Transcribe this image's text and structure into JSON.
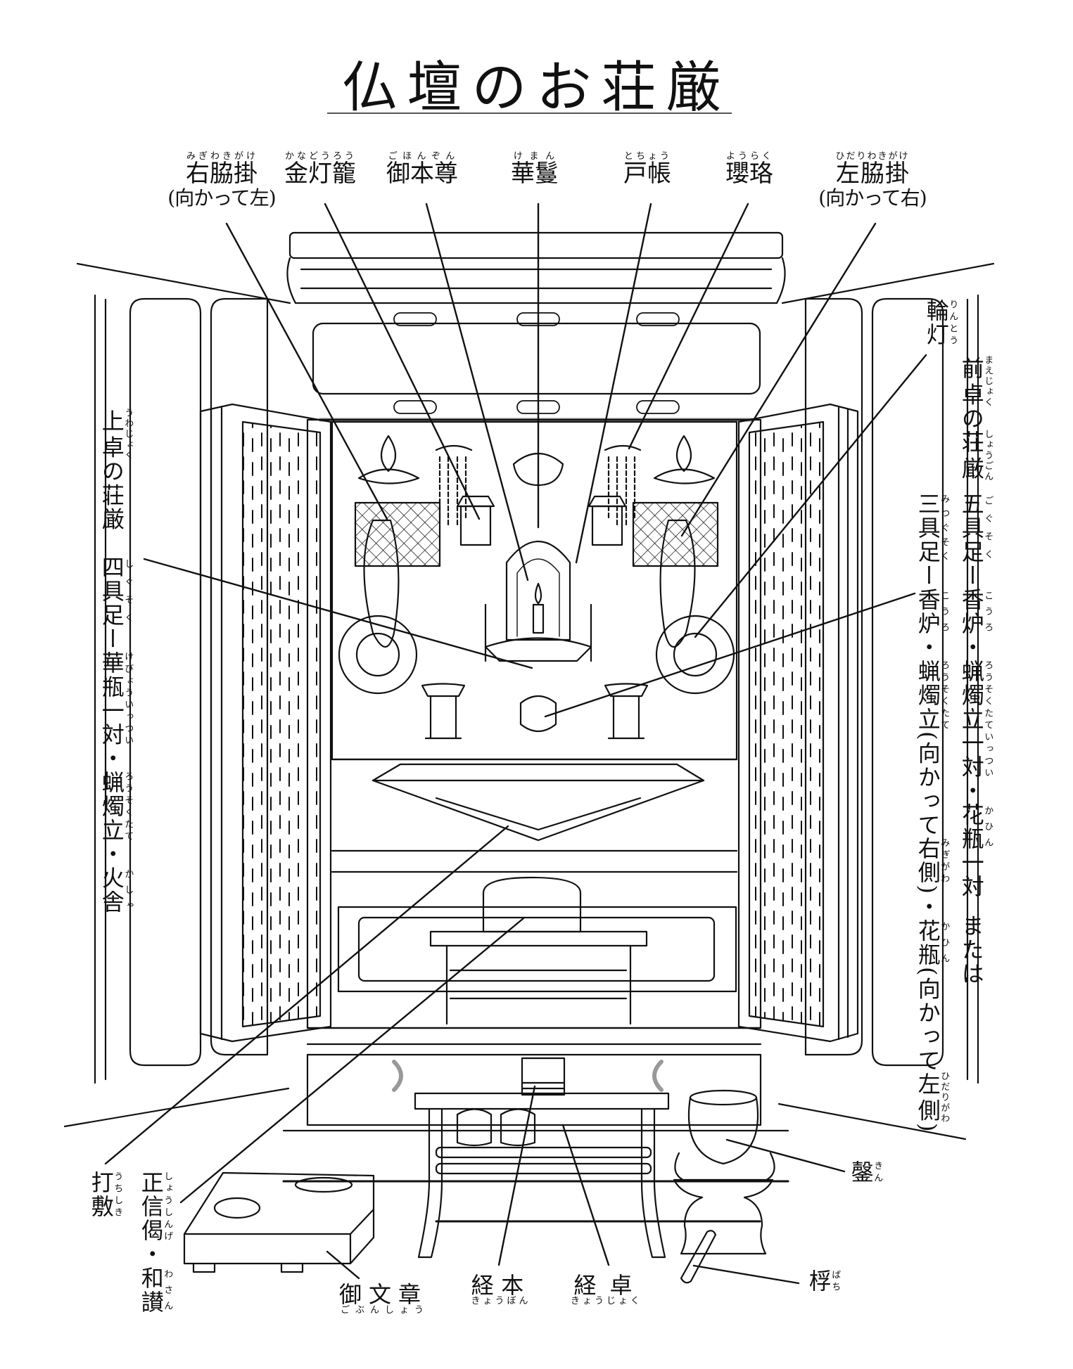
{
  "title": "仏壇のお荘厳",
  "labels": {
    "top": [
      {
        "t": "右脇掛",
        "r": "みぎわきがけ",
        "note": "(向かって左)"
      },
      {
        "t": "金灯籠",
        "r": "かなどうろう"
      },
      {
        "t": "御本尊",
        "r": "ごほんぞん"
      },
      {
        "t": "華鬘",
        "r": "けまん"
      },
      {
        "t": "戸帳",
        "r": "とちょう"
      },
      {
        "t": "瓔珞",
        "r": "ようらく"
      },
      {
        "t": "左脇掛",
        "r": "ひだりわきがけ",
        "note": "(向かって右)"
      }
    ],
    "uwajoku": [
      {
        "t": "上卓",
        "r": "うわじょく"
      },
      {
        "t": "の"
      },
      {
        "t": "荘厳"
      }
    ],
    "shigusoku": [
      {
        "t": "四具足",
        "r": "しぐそく"
      },
      {
        "t": "ー"
      },
      {
        "t": "華瓶",
        "r": "けびょう"
      },
      {
        "t": "一対",
        "r": "いっつい"
      },
      {
        "t": "・"
      },
      {
        "t": "蝋燭立",
        "r": "ろうそくたて"
      },
      {
        "t": "・"
      },
      {
        "t": "火舎",
        "r": "かしゃ"
      }
    ],
    "rintou": [
      {
        "t": "輪灯",
        "r": "りんとう"
      }
    ],
    "maejoku": [
      {
        "t": "前卓",
        "r": "まえじょく"
      },
      {
        "t": "の"
      },
      {
        "t": "荘厳",
        "r": "しょうごん"
      }
    ],
    "gogusoku": [
      {
        "t": "五具足",
        "r": "ごぐそく"
      },
      {
        "t": "ー"
      },
      {
        "t": "香炉",
        "r": "こうろ"
      },
      {
        "t": "・"
      },
      {
        "t": "蝋燭立",
        "r": "ろうそくたて"
      },
      {
        "t": "一対",
        "r": "いっつい"
      },
      {
        "t": "・"
      },
      {
        "t": "花瓶",
        "r": "かひん"
      },
      {
        "t": "一対"
      }
    ],
    "matawa": [
      {
        "t": "または"
      }
    ],
    "mitsugusoku": [
      {
        "t": "三具足",
        "r": "みつぐそく"
      },
      {
        "t": "ー"
      },
      {
        "t": "香炉",
        "r": "こうろ"
      },
      {
        "t": "・"
      },
      {
        "t": "蝋燭立",
        "r": "ろうそくたて"
      },
      {
        "t": "(向かって"
      },
      {
        "t": "右側",
        "r": "みぎがわ"
      },
      {
        "t": ")・"
      },
      {
        "t": "花瓶",
        "r": "かひん"
      },
      {
        "t": "(向かって"
      },
      {
        "t": "左側",
        "r": "ひだりがわ"
      },
      {
        "t": ")"
      }
    ],
    "uchishiki": [
      {
        "t": "打敷",
        "r": "うちしき"
      }
    ],
    "shoshinge": [
      {
        "t": "正信偈",
        "r": "しょうしんげ"
      },
      {
        "t": "・"
      },
      {
        "t": "和讃",
        "r": "わさん"
      }
    ],
    "kin": [
      {
        "t": "鏧",
        "r": "きん"
      }
    ],
    "bachi": [
      {
        "t": "桴",
        "r": "ばち"
      }
    ],
    "gobunsho": [
      {
        "t": "御文章",
        "r": "ごぶんしょう"
      }
    ],
    "kyohon": [
      {
        "t": "経本",
        "r": "きょうぼん"
      }
    ],
    "kyojoku": [
      {
        "t": "経卓",
        "r": "きょうじょく"
      }
    ]
  },
  "colors": {
    "ink": "#111111",
    "gray": "#999999"
  }
}
